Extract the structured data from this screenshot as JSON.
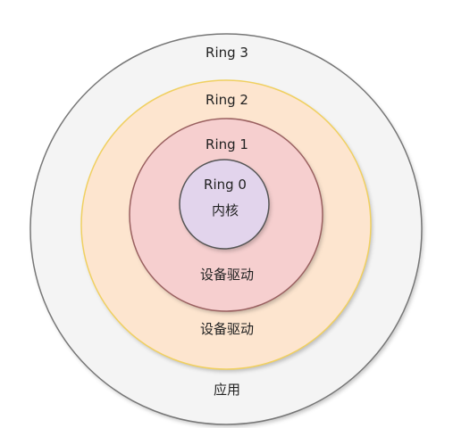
{
  "diagram": {
    "rings": [
      {
        "level": 3,
        "title": "Ring 3",
        "label": "应用",
        "fill": "#f4f4f4",
        "stroke": "#777777"
      },
      {
        "level": 2,
        "title": "Ring 2",
        "label": "设备驱动",
        "fill": "#fde5cf",
        "stroke": "#f0d060"
      },
      {
        "level": 1,
        "title": "Ring 1",
        "label": "设备驱动",
        "fill": "#f6cfcf",
        "stroke": "#9a6060"
      },
      {
        "level": 0,
        "title": "Ring 0",
        "label": "内核",
        "fill": "#e2d4ec",
        "stroke": "#555555"
      }
    ]
  }
}
